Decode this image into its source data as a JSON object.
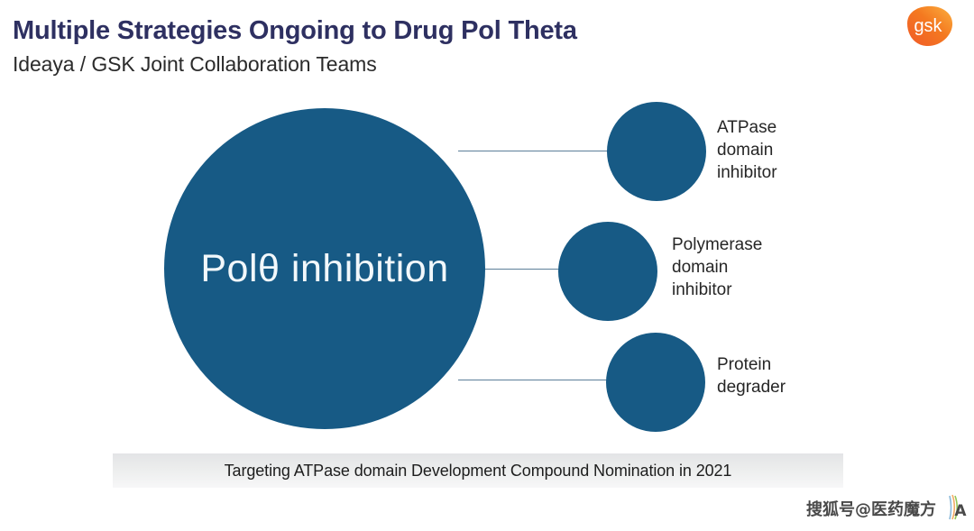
{
  "header": {
    "title": "Multiple Strategies Ongoing to Drug Pol Theta",
    "subtitle": "Ideaya / GSK Joint Collaboration Teams",
    "title_color": "#2e3061",
    "logo_text": "gsk",
    "logo_colors": [
      "#f36f21",
      "#f9a01b"
    ]
  },
  "diagram": {
    "node_color": "#175a85",
    "connector_color": "#5c7f99",
    "center": {
      "label": "Polθ\ninhibition"
    },
    "branches": [
      {
        "node_label": "",
        "label": "ATPase\ndomain\ninhibitor"
      },
      {
        "node_label": "",
        "label": "Polymerase\ndomain\ninhibitor"
      },
      {
        "node_label": "",
        "label": "Protein\ndegrader"
      }
    ]
  },
  "footer": {
    "text": "Targeting ATPase domain Development Compound Nomination in 2021"
  },
  "watermark": {
    "text": "搜狐号@医药魔方"
  }
}
